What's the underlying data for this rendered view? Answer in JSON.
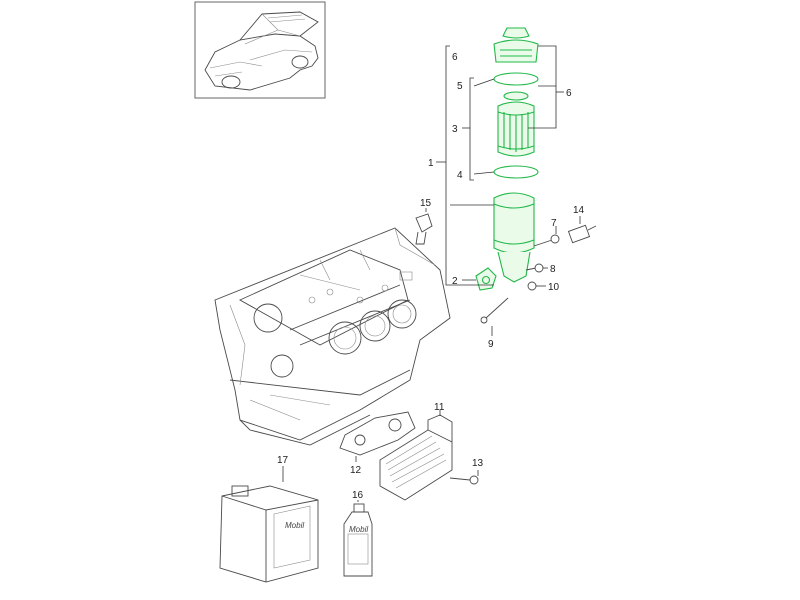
{
  "colors": {
    "highlight": "#22b84a",
    "line": "#4a4a4a",
    "background": "#ffffff"
  },
  "callouts": [
    "1",
    "2",
    "3",
    "4",
    "5",
    "6",
    "6",
    "7",
    "8",
    "9",
    "10",
    "11",
    "12",
    "13",
    "14",
    "15",
    "16",
    "17"
  ],
  "labels": {
    "canister_brand": "Mobil",
    "bottle_brand": "Mobil"
  },
  "highlighted_parts": [
    "6",
    "5",
    "3",
    "4",
    "1",
    "2"
  ]
}
